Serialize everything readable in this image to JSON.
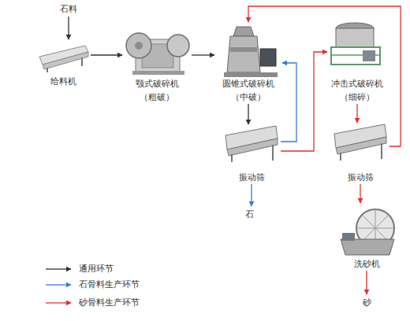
{
  "diagram": {
    "nodes": [
      {
        "text": [
          "石料"
        ]
      },
      {
        "text": [
          "给料机"
        ]
      },
      {
        "text": [
          "颚式破碎机",
          "（粗破）"
        ]
      },
      {
        "text": [
          "圆锥式破碎机",
          "（中破）"
        ]
      },
      {
        "text": [
          "冲击式破碎机",
          "（细碎）"
        ]
      },
      {
        "text": [
          "振动筛"
        ]
      },
      {
        "text": [
          "振动筛"
        ]
      },
      {
        "text": [
          "石"
        ]
      },
      {
        "text": [
          "洗砂机"
        ]
      },
      {
        "text": [
          "砂"
        ]
      }
    ],
    "edges": [
      {
        "from": 0,
        "to": 1,
        "arrow": "to"
      },
      {
        "from": 1,
        "to": 2,
        "arrow": "to"
      },
      {
        "from": 2,
        "to": 3,
        "arrow": "to"
      },
      {
        "from": 3,
        "to": 5,
        "arrow": "to"
      },
      {
        "from": 5,
        "to": 3,
        "arrow": "to"
      },
      {
        "from": 5,
        "to": 7,
        "arrow": "to"
      },
      {
        "from": 5,
        "to": 4,
        "arrow": "to"
      },
      {
        "from": 4,
        "to": 6,
        "arrow": "to"
      },
      {
        "from": 6,
        "to": 3,
        "arrow": "to"
      },
      {
        "from": 6,
        "to": 8,
        "arrow": "to"
      },
      {
        "from": 8,
        "to": 9,
        "arrow": "to"
      }
    ],
    "legend": [
      {
        "text": "通用环节"
      },
      {
        "text": "石骨料生产环节"
      },
      {
        "text": "砂骨料生产环节"
      }
    ]
  }
}
